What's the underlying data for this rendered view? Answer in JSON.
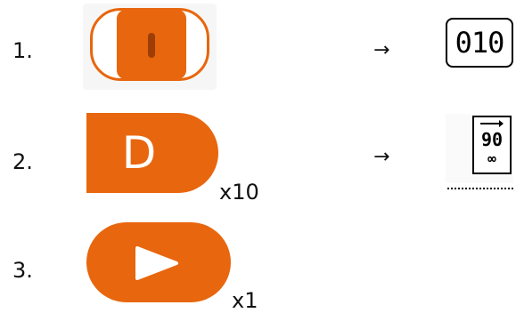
{
  "steps": [
    {
      "number": "1.",
      "arrow": "→",
      "display": "010"
    },
    {
      "number": "2.",
      "letter": "D",
      "multiplier": "x10",
      "arrow": "→",
      "display": "90",
      "display_bottom": "∞"
    },
    {
      "number": "3.",
      "multiplier": "x1"
    }
  ],
  "colors": {
    "accent": "#E8660D",
    "accent_dark": "#9E3E06",
    "text": "#111111"
  },
  "icons": {
    "toggle": "toggle-switch-icon",
    "play": "play-icon",
    "arrow_right": "right-arrow-icon"
  }
}
